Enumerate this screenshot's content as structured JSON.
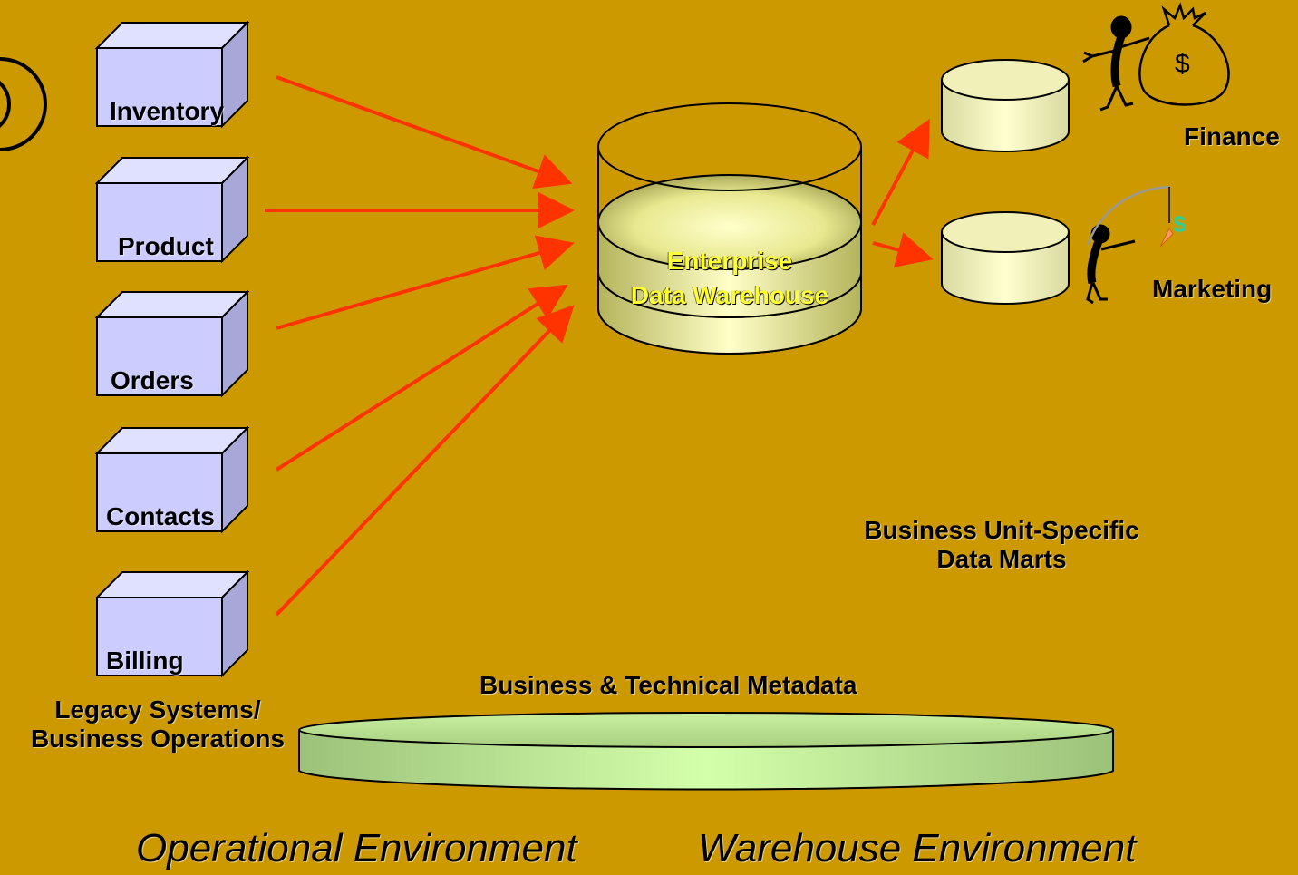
{
  "sources": {
    "items": [
      "Inventory",
      "Product",
      "Orders",
      "Contacts",
      "Billing"
    ],
    "group_label_line1": "Legacy Systems/",
    "group_label_line2": "Business Operations"
  },
  "warehouse": {
    "line1": "Enterprise",
    "line2": "Data Warehouse"
  },
  "data_marts": {
    "finance": "Finance",
    "marketing": "Marketing",
    "caption_line1": "Business Unit-Specific",
    "caption_line2": "Data Marts"
  },
  "metadata": {
    "label": "Business & Technical Metadata"
  },
  "environments": {
    "operational": "Operational Environment",
    "warehouse": "Warehouse Environment"
  },
  "colors": {
    "background": "#CC9900",
    "arrow": "#FF3300",
    "source_box": "#CCCCFF",
    "warehouse_text": "#FFFF33",
    "metadata_disk": "#B5D98A"
  },
  "icons": [
    "dollar-bag-icon",
    "stick-figure-icon",
    "fishing-figure-icon",
    "money-bait-icon"
  ]
}
